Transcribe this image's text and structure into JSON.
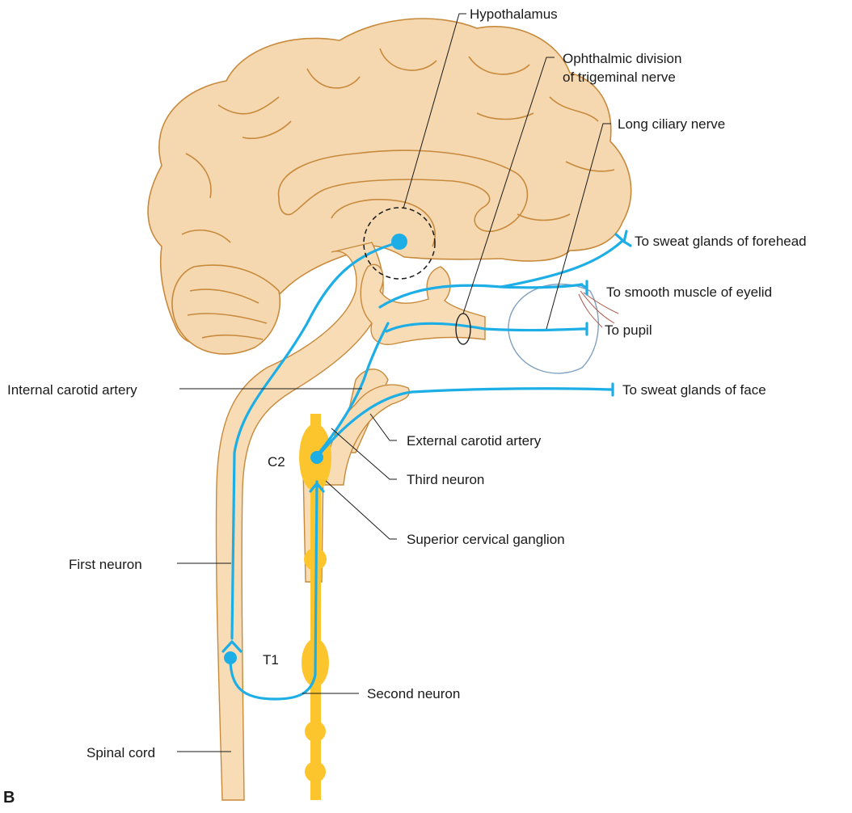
{
  "panel_letter": "B",
  "labels": {
    "hypothalamus": "Hypothalamus",
    "ophthalmic_line1": "Ophthalmic division",
    "ophthalmic_line2": "of trigeminal nerve",
    "long_ciliary": "Long ciliary nerve",
    "sweat_forehead": "To sweat glands of forehead",
    "smooth_eyelid": "To smooth muscle of eyelid",
    "pupil": "To pupil",
    "sweat_face": "To sweat glands of face",
    "internal_carotid": "Internal carotid artery",
    "external_carotid": "External carotid artery",
    "c2": "C2",
    "third_neuron": "Third neuron",
    "superior_ganglion": "Superior cervical ganglion",
    "first_neuron": "First neuron",
    "t1": "T1",
    "second_neuron": "Second neuron",
    "spinal_cord": "Spinal cord"
  },
  "colors": {
    "brain_fill": "#f5d8b0",
    "brain_outline": "#c78a3c",
    "nerve": "#1eaee6",
    "sympathetic_chain": "#fdc52d",
    "eye_outline": "#7fa0c0",
    "eyelid_fibers": "#b0584a"
  }
}
